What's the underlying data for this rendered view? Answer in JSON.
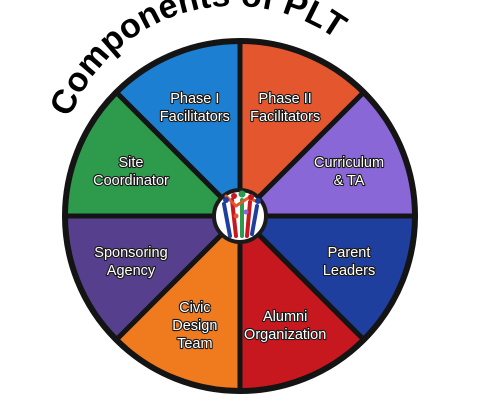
{
  "title": "Components of PLTI",
  "segments": [
    {
      "lines": [
        "Phase II",
        "Facilitators"
      ],
      "color": "#e4572e"
    },
    {
      "lines": [
        "Curriculum",
        "& TA"
      ],
      "color": "#8a67d6"
    },
    {
      "lines": [
        "Parent",
        "Leaders"
      ],
      "color": "#1f3f9e"
    },
    {
      "lines": [
        "Alumni",
        "Organization"
      ],
      "color": "#c8181f"
    },
    {
      "lines": [
        "Civic",
        "Design",
        "Team"
      ],
      "color": "#f07a1e"
    },
    {
      "lines": [
        "Sponsoring",
        "Agency"
      ],
      "color": "#563f8c"
    },
    {
      "lines": [
        "Site",
        "Coordinator"
      ],
      "color": "#2e9a4c"
    },
    {
      "lines": [
        "Phase I",
        "Facilitators"
      ],
      "color": "#1d7fd1"
    }
  ],
  "center_logo": {
    "icon": "family-figures-logo-icon",
    "colors": [
      "#c8181f",
      "#1f3f9e",
      "#2e9a4c",
      "#e4572e",
      "#8a67d6"
    ]
  }
}
